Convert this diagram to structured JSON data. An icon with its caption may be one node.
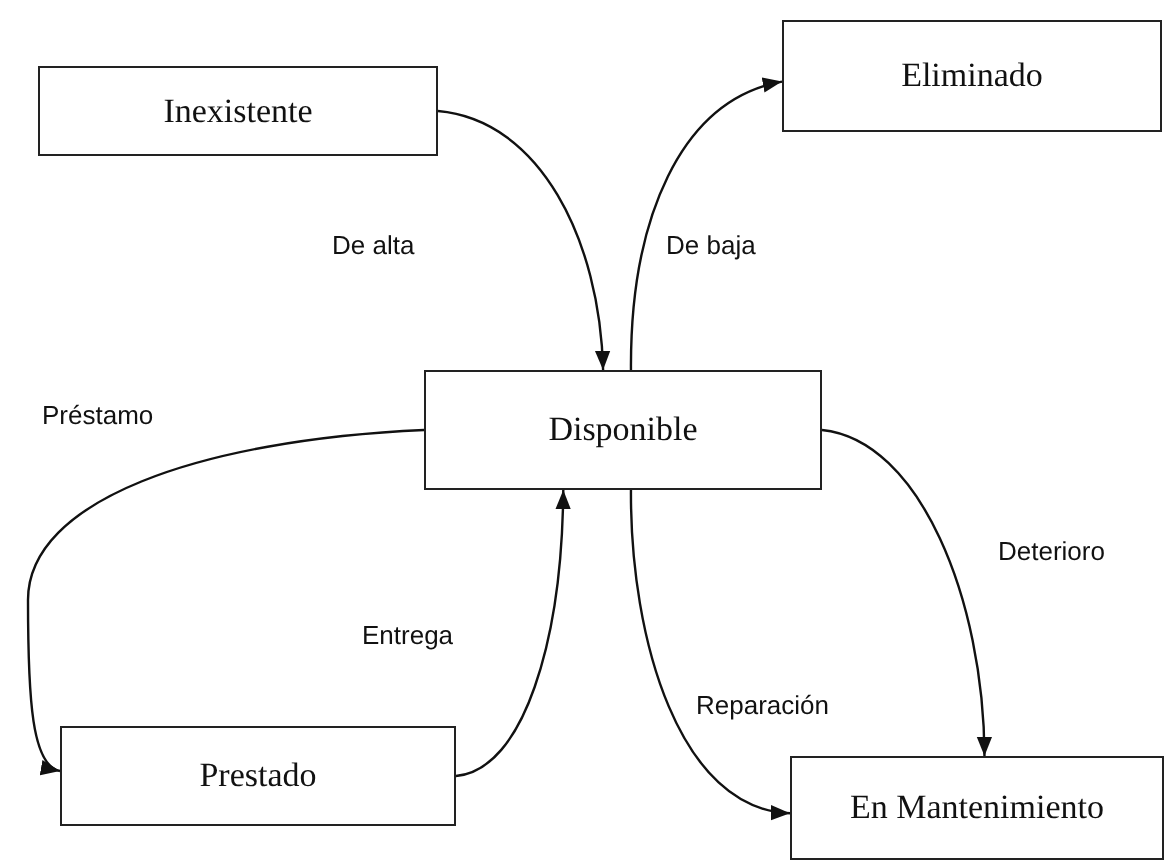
{
  "diagram": {
    "nodes": [
      {
        "text": [
          "Inexistente"
        ]
      },
      {
        "text": [
          "Eliminado"
        ]
      },
      {
        "text": [
          "Disponible"
        ]
      },
      {
        "text": [
          "Prestado"
        ]
      },
      {
        "text": [
          "En Mantenimiento"
        ]
      }
    ],
    "edges": [
      {
        "from": 0,
        "to": 2,
        "arrow": "to",
        "label": "De alta"
      },
      {
        "from": 2,
        "to": 1,
        "arrow": "to",
        "label": "De baja"
      },
      {
        "from": 2,
        "to": 3,
        "arrow": "to",
        "label": "Préstamo"
      },
      {
        "from": 3,
        "to": 2,
        "arrow": "to",
        "label": "Entrega"
      },
      {
        "from": 2,
        "to": 4,
        "arrow": "to",
        "label": "Reparación"
      },
      {
        "from": 2,
        "to": 4,
        "arrow": "to",
        "label": "Deterioro"
      }
    ]
  }
}
